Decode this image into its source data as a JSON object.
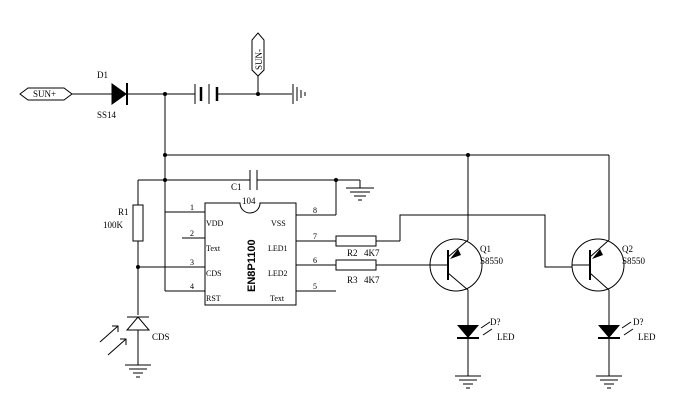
{
  "ports": {
    "sun_plus": "SUN+",
    "sun_minus": "SUN-"
  },
  "d1": {
    "ref": "D1",
    "value": "SS14"
  },
  "c1": {
    "ref": "C1",
    "value": "104"
  },
  "r1": {
    "ref": "R1",
    "value": "100K"
  },
  "r2": {
    "ref": "R2",
    "value": "4K7"
  },
  "r3": {
    "ref": "R3",
    "value": "4K7"
  },
  "ic": {
    "name": "EN8P1100",
    "pins_left": [
      {
        "num": "1",
        "name": "VDD"
      },
      {
        "num": "2",
        "name": "Text"
      },
      {
        "num": "3",
        "name": "CDS"
      },
      {
        "num": "4",
        "name": "RST"
      }
    ],
    "pins_right": [
      {
        "num": "8",
        "name": "VSS"
      },
      {
        "num": "7",
        "name": "LED1"
      },
      {
        "num": "6",
        "name": "LED2"
      },
      {
        "num": "5",
        "name": "Text"
      }
    ]
  },
  "q1": {
    "ref": "Q1",
    "value": "S8550"
  },
  "q2": {
    "ref": "Q2",
    "value": "S8550"
  },
  "cds": {
    "label": "CDS"
  },
  "led1": {
    "ref": "D?",
    "value": "LED"
  },
  "led2": {
    "ref": "D?",
    "value": "LED"
  }
}
